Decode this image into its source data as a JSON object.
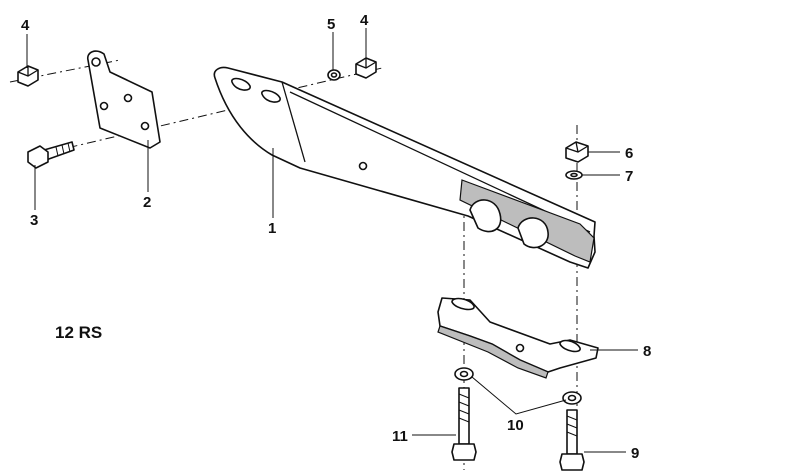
{
  "diagram": {
    "model_label": "12 RS",
    "callouts": {
      "c1": "1",
      "c2": "2",
      "c3": "3",
      "c4a": "4",
      "c4b": "4",
      "c5": "5",
      "c6": "6",
      "c7": "7",
      "c8": "8",
      "c9": "9",
      "c10": "10",
      "c11": "11"
    }
  }
}
